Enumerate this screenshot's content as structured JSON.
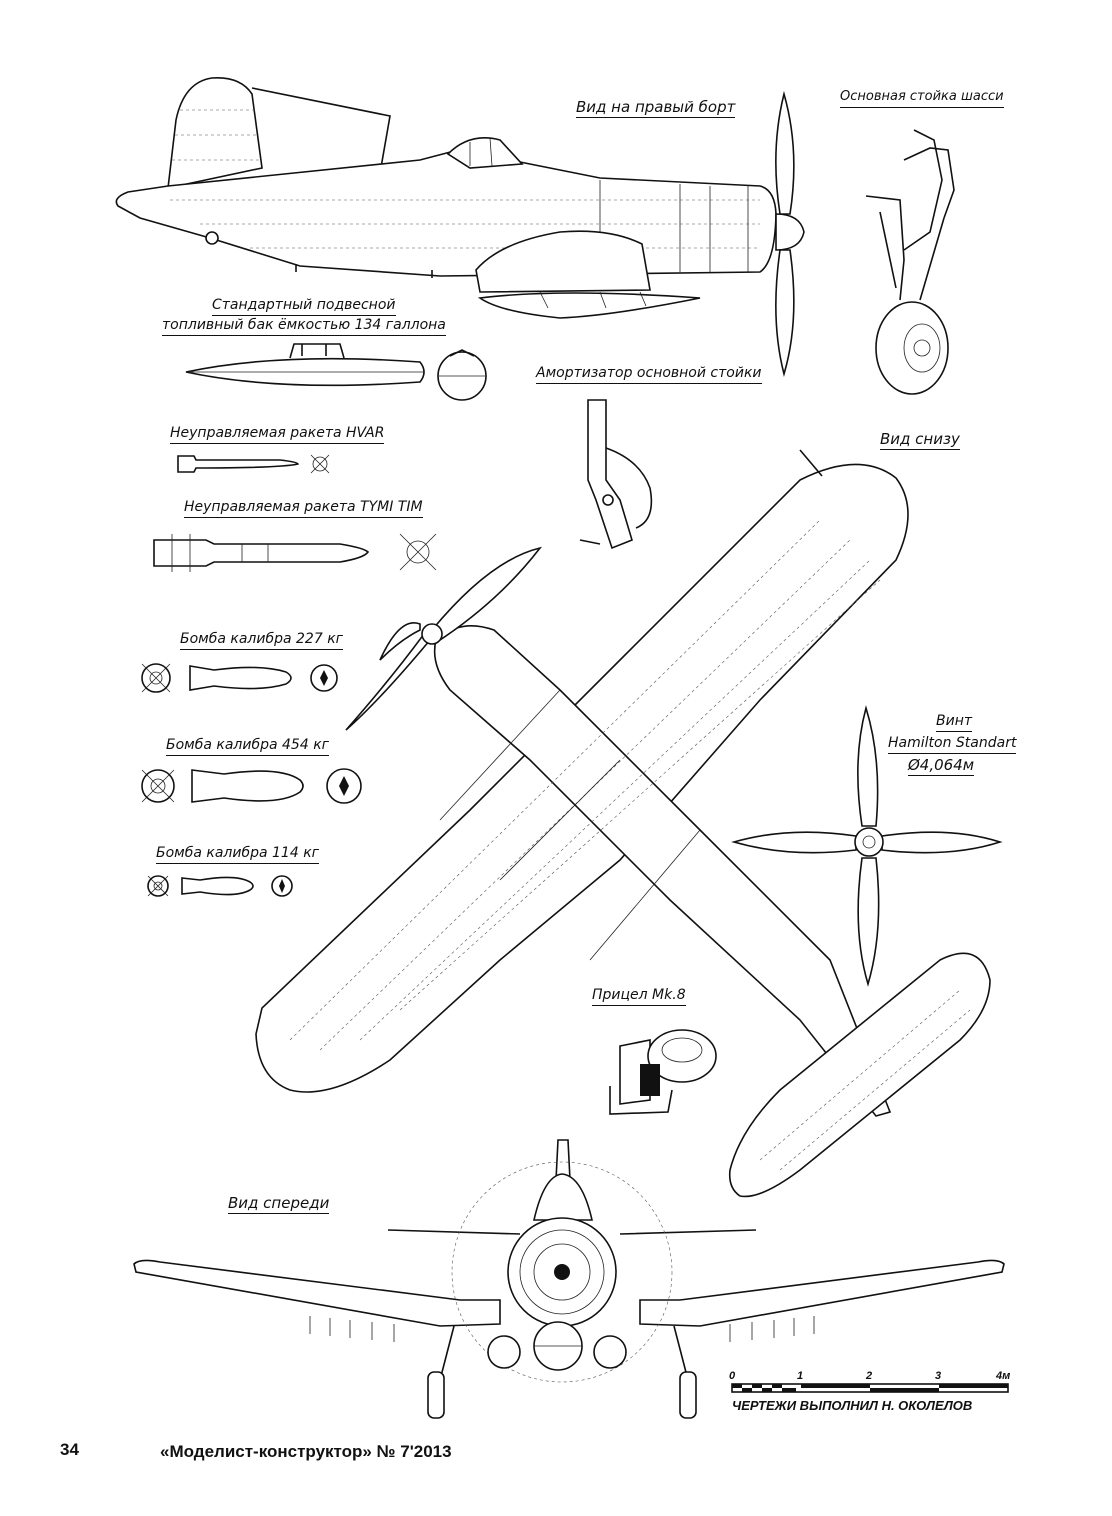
{
  "captions": {
    "side_view": "Вид на правый борт",
    "main_gear": "Основная стойка шасси",
    "drop_tank_line1": "Стандартный подвесной",
    "drop_tank_line2": "топливный бак ёмкостью 134 галлона",
    "shock_absorber": "Амортизатор основной стойки",
    "hvar": "Неуправляемая ракета HVAR",
    "bottom_view": "Вид снизу",
    "tiny_tim": "Неуправляемая ракета TYMI TIM",
    "bomb_227": "Бомба калибра 227 кг",
    "bomb_454": "Бомба калибра 454 кг",
    "bomb_114": "Бомба калибра 114 кг",
    "prop_line1": "Винт",
    "prop_line2": "Hamilton Standart",
    "prop_line3": "Ø4,064м",
    "sight": "Прицел Mk.8",
    "front_view": "Вид спереди"
  },
  "scale_bar": {
    "ticks": [
      "0",
      "1",
      "2",
      "3",
      "4м"
    ],
    "credit": "ЧЕРТЕЖИ ВЫПОЛНИЛ  Н. ОКОЛЕЛОВ"
  },
  "footer": {
    "page_number": "34",
    "magazine": "«Моделист-конструктор» № 7'2013"
  }
}
